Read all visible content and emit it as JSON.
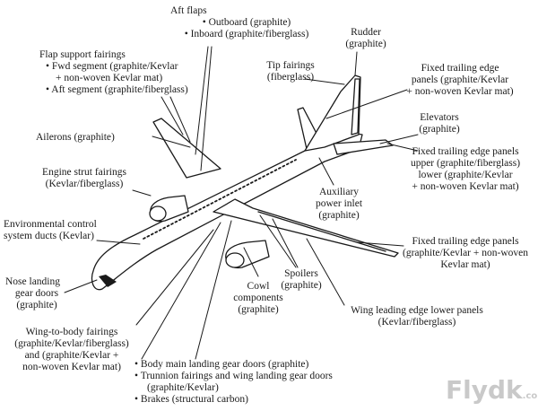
{
  "labels": {
    "aft_flaps": [
      "Aft flaps",
      "• Outboard (graphite)",
      "• Inboard (graphite/fiberglass)"
    ],
    "rudder": [
      "Rudder",
      "(graphite)"
    ],
    "flap_support": [
      "Flap support fairings",
      "• Fwd segment (graphite/Kevlar",
      "+ non-woven Kevlar mat)",
      "• Aft segment (graphite/fiberglass)"
    ],
    "tip_fairings": [
      "Tip fairings",
      "(fiberglass)"
    ],
    "fixed_te_upper": [
      "Fixed trailing edge",
      "panels (graphite/Kevlar",
      "+ non-woven Kevlar mat)"
    ],
    "ailerons": [
      "Ailerons (graphite)"
    ],
    "elevators": [
      "Elevators",
      "(graphite)"
    ],
    "fixed_te_elev": [
      "Fixed trailing edge panels",
      "upper (graphite/fiberglass)",
      "lower (graphite/Kevlar",
      "+ non-woven Kevlar mat)"
    ],
    "engine_strut": [
      "Engine strut fairings",
      "(Kevlar/fiberglass)"
    ],
    "apu_inlet": [
      "Auxiliary",
      "power inlet",
      "(graphite)"
    ],
    "env_control": [
      "Environmental control",
      "system ducts (Kevlar)"
    ],
    "fixed_te_wing": [
      "Fixed trailing edge panels",
      "(graphite/Kevlar + non-woven",
      "Kevlar mat)"
    ],
    "nose_gear": [
      "Nose landing",
      "gear doors",
      "(graphite)"
    ],
    "spoilers": [
      "Spoilers",
      "(graphite)"
    ],
    "cowl": [
      "Cowl",
      "components",
      "(graphite)"
    ],
    "wing_le": [
      "Wing leading edge lower panels",
      "(Kevlar/fiberglass)"
    ],
    "wing_body": [
      "Wing-to-body fairings",
      "(graphite/Kevlar/fiberglass)",
      "and (graphite/Kevlar +",
      "non-woven Kevlar mat)"
    ],
    "bottom_list": [
      "• Body main landing gear doors (graphite)",
      "• Trunnion fairings and wing landing gear doors",
      "(graphite/Kevlar)",
      "• Brakes (structural carbon)"
    ]
  },
  "watermark": {
    "main": "Flydk",
    "sub": ".com"
  },
  "colors": {
    "line": "#1a1a1a",
    "text": "#1a1a1a",
    "watermark": "#c9c9c9"
  }
}
